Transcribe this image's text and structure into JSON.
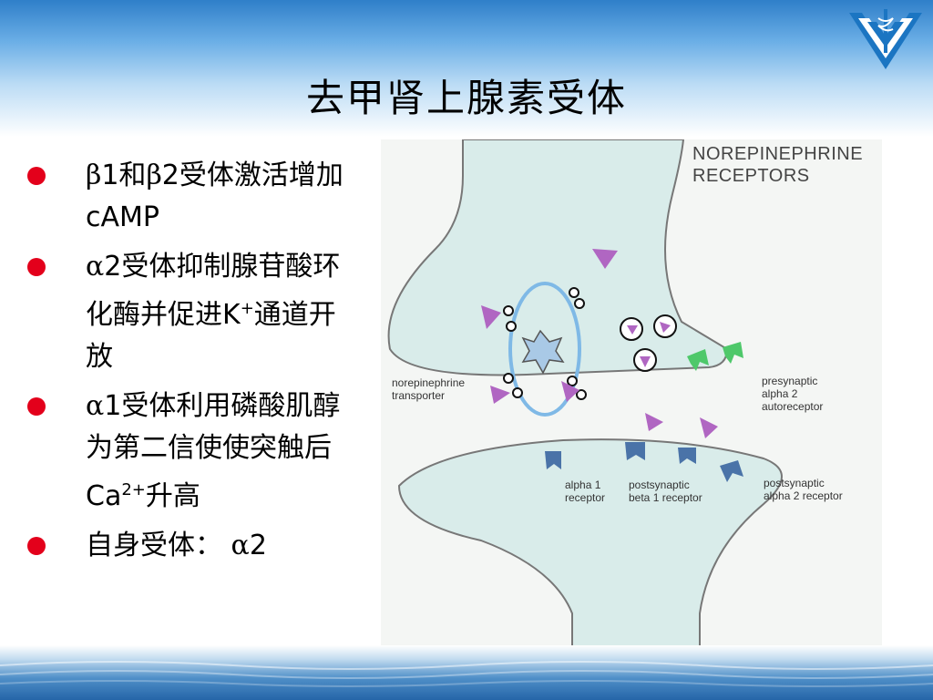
{
  "title": "去甲肾上腺素受体",
  "bullets": [
    {
      "parts": [
        "β",
        "1和",
        "β",
        "2受体激活增加cAMP"
      ]
    },
    {
      "parts": [
        "α",
        "2受体抑制腺苷酸环化酶并促进K",
        "+",
        "通道开放"
      ]
    },
    {
      "parts": [
        "α",
        "1受体利用磷酸肌醇为第二信使使突触后Ca",
        "2+",
        "升高"
      ]
    },
    {
      "parts": [
        "自身受体：",
        "α",
        "2"
      ]
    }
  ],
  "figure": {
    "title_line1": "NOREPINEPHRINE",
    "title_line2": "RECEPTORS",
    "labels": {
      "transporter": [
        "norepinephrine",
        "transporter"
      ],
      "presynaptic": [
        "presynaptic",
        "alpha 2",
        "autoreceptor"
      ],
      "alpha1": [
        "alpha 1",
        "receptor"
      ],
      "beta1": [
        "postsynaptic",
        "beta 1 receptor"
      ],
      "post_alpha2": [
        "postsynaptic",
        "alpha 2 receptor"
      ]
    },
    "colors": {
      "neuron": "#d9ecea",
      "transmitter": "#b066c2",
      "presynaptic_receptor": "#4ec86a",
      "postsynaptic_receptor": "#4a73a8",
      "transporter_ring": "#7fb9e6"
    }
  },
  "colors": {
    "bullet": "#e3001b",
    "band_dark": "#2565a8",
    "band_light": "#6aaee6"
  }
}
